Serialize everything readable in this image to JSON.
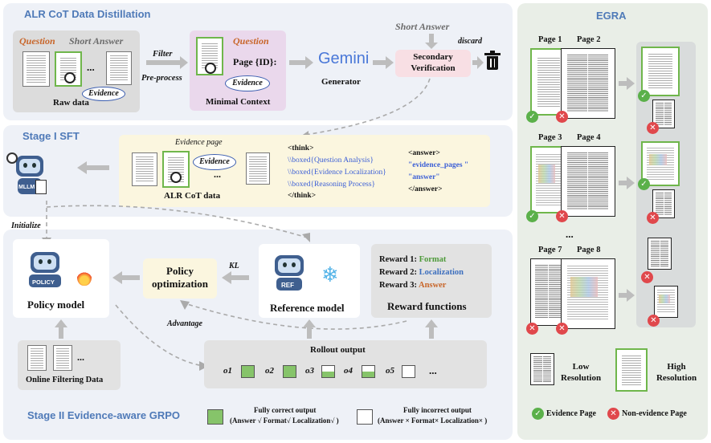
{
  "top": {
    "title": "ALR CoT Data Distillation",
    "question": "Question",
    "short_answer": "Short Answer",
    "ellipsis": "...",
    "evidence": "Evidence",
    "raw_data": "Raw data",
    "filter": "Filter",
    "preprocess": "Pre-process",
    "mc_question": "Question",
    "page_id": "Page {ID}:",
    "minimal_context": "Minimal Context",
    "gemini": "Gemini",
    "generator": "Generator",
    "short_answer2": "Short Answer",
    "secondary_verification": "Secondary Verification",
    "discard": "discard"
  },
  "stage1": {
    "title": "Stage I   SFT",
    "evidence_page": "Evidence page",
    "evidence": "Evidence",
    "ellipsis": "...",
    "alr_cot": "ALR CoT data",
    "think_open": "<think>",
    "boxed1": "\\\\boxed{Question Analysis}",
    "boxed2": "\\\\boxed{Evidence Localization}",
    "boxed3": "\\\\boxed{Reasoning Process}",
    "think_close": "</think>",
    "answer_open": "<answer>",
    "ev_pages": "\"evidence_pages \"",
    "answer_str": "\"answer\"",
    "answer_close": "</answer>",
    "initialize": "Initialize",
    "mllm": "MLLM"
  },
  "stage2": {
    "title": "Stage II Evidence-aware GRPO",
    "policy_badge": "POLICY",
    "policy_model": "Policy model",
    "policy_opt": "Policy optimization",
    "kl": "KL",
    "ref_badge": "REF",
    "reference_model": "Reference model",
    "reward1_label": "Reward 1: ",
    "reward1_val": "Format",
    "reward2_label": "Reward 2: ",
    "reward2_val": "Localization",
    "reward3_label": "Reward 3: ",
    "reward3_val": "Answer",
    "reward_functions": "Reward functions",
    "advantage": "Advantage",
    "rollout_output": "Rollout output",
    "o1": "o1",
    "o2": "o2",
    "o3": "o3",
    "o4": "o4",
    "o5": "o5",
    "dots": "...",
    "online_filtering": "Online Filtering Data",
    "online_ellipsis": "...",
    "fully_correct_1": "Fully correct output",
    "fully_correct_2": "(Answer √  Format√ Localization√ )",
    "fully_incorrect_1": "Fully incorrect output",
    "fully_incorrect_2": "(Answer ×  Format× Localization× )",
    "fills": [
      1.0,
      1.0,
      0.5,
      0.5,
      0.0
    ]
  },
  "egra": {
    "title": "EGRA",
    "page1": "Page 1",
    "page2": "Page 2",
    "page3": "Page 3",
    "page4": "Page 4",
    "page7": "Page 7",
    "page8": "Page 8",
    "dots": "...",
    "low_resolution": "Low Resolution",
    "high_resolution": "High Resolution",
    "evidence_page": "Evidence Page",
    "non_evidence_page": "Non-evidence Page"
  },
  "colors": {
    "panel_bg": "#eef1f7",
    "egra_bg": "#e9eee7",
    "title_blue": "#4f7ab8",
    "orange": "#c8662a",
    "green": "#5bb04a",
    "red": "#e0484c"
  }
}
